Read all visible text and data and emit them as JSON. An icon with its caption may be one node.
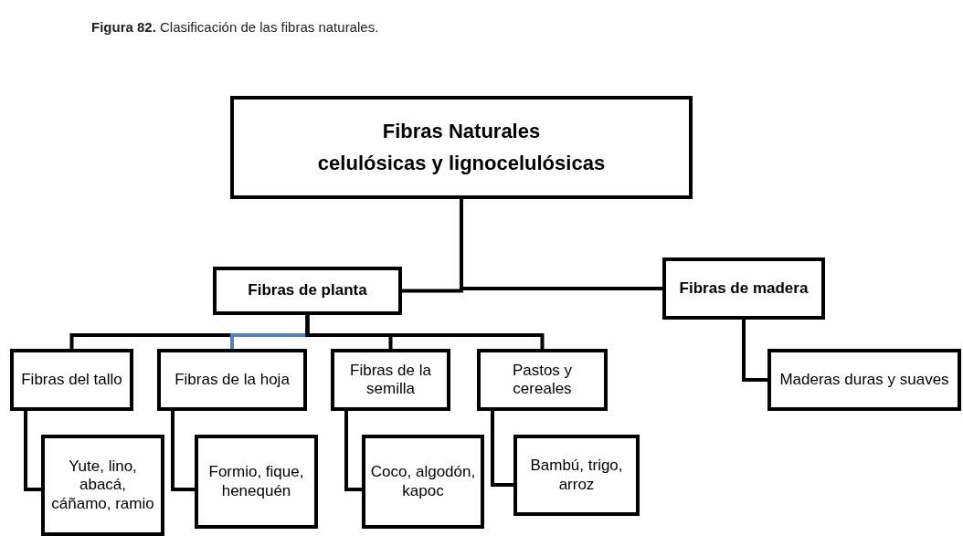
{
  "diagram": {
    "title": "**Figura 82.** Clasificación de las fibras naturales.",
    "nodes": [
      {
        "text": [
          "Fibras Naturales",
          "celulósicas y lignocelulósicas"
        ]
      },
      {
        "text": [
          "Fibras de planta"
        ]
      },
      {
        "text": [
          "Fibras de madera"
        ]
      },
      {
        "text": [
          "Fibras del tallo"
        ]
      },
      {
        "text": [
          "Fibras de la hoja"
        ]
      },
      {
        "text": [
          "Fibras de la semilla"
        ]
      },
      {
        "text": [
          "Pastos y cereales"
        ]
      },
      {
        "text": [
          "Maderas duras y suaves"
        ]
      },
      {
        "text": [
          "Yute, lino, abacá, cáñamo, ramio"
        ]
      },
      {
        "text": [
          "Formio, fique, henequén"
        ]
      },
      {
        "text": [
          "Coco, algodón, kapoc"
        ]
      },
      {
        "text": [
          "Bambú, trigo, arroz"
        ]
      }
    ],
    "edges": [
      {
        "from": 0,
        "to": 1,
        "arrow": "none"
      },
      {
        "from": 0,
        "to": 2,
        "arrow": "none"
      },
      {
        "from": 1,
        "to": 3,
        "arrow": "none"
      },
      {
        "from": 1,
        "to": 4,
        "arrow": "none",
        "color": "#4f81bd"
      },
      {
        "from": 1,
        "to": 5,
        "arrow": "none"
      },
      {
        "from": 1,
        "to": 6,
        "arrow": "none"
      },
      {
        "from": 2,
        "to": 7,
        "arrow": "none"
      },
      {
        "from": 3,
        "to": 8,
        "arrow": "none"
      },
      {
        "from": 4,
        "to": 9,
        "arrow": "none"
      },
      {
        "from": 5,
        "to": 10,
        "arrow": "none"
      },
      {
        "from": 6,
        "to": 11,
        "arrow": "none"
      }
    ]
  }
}
